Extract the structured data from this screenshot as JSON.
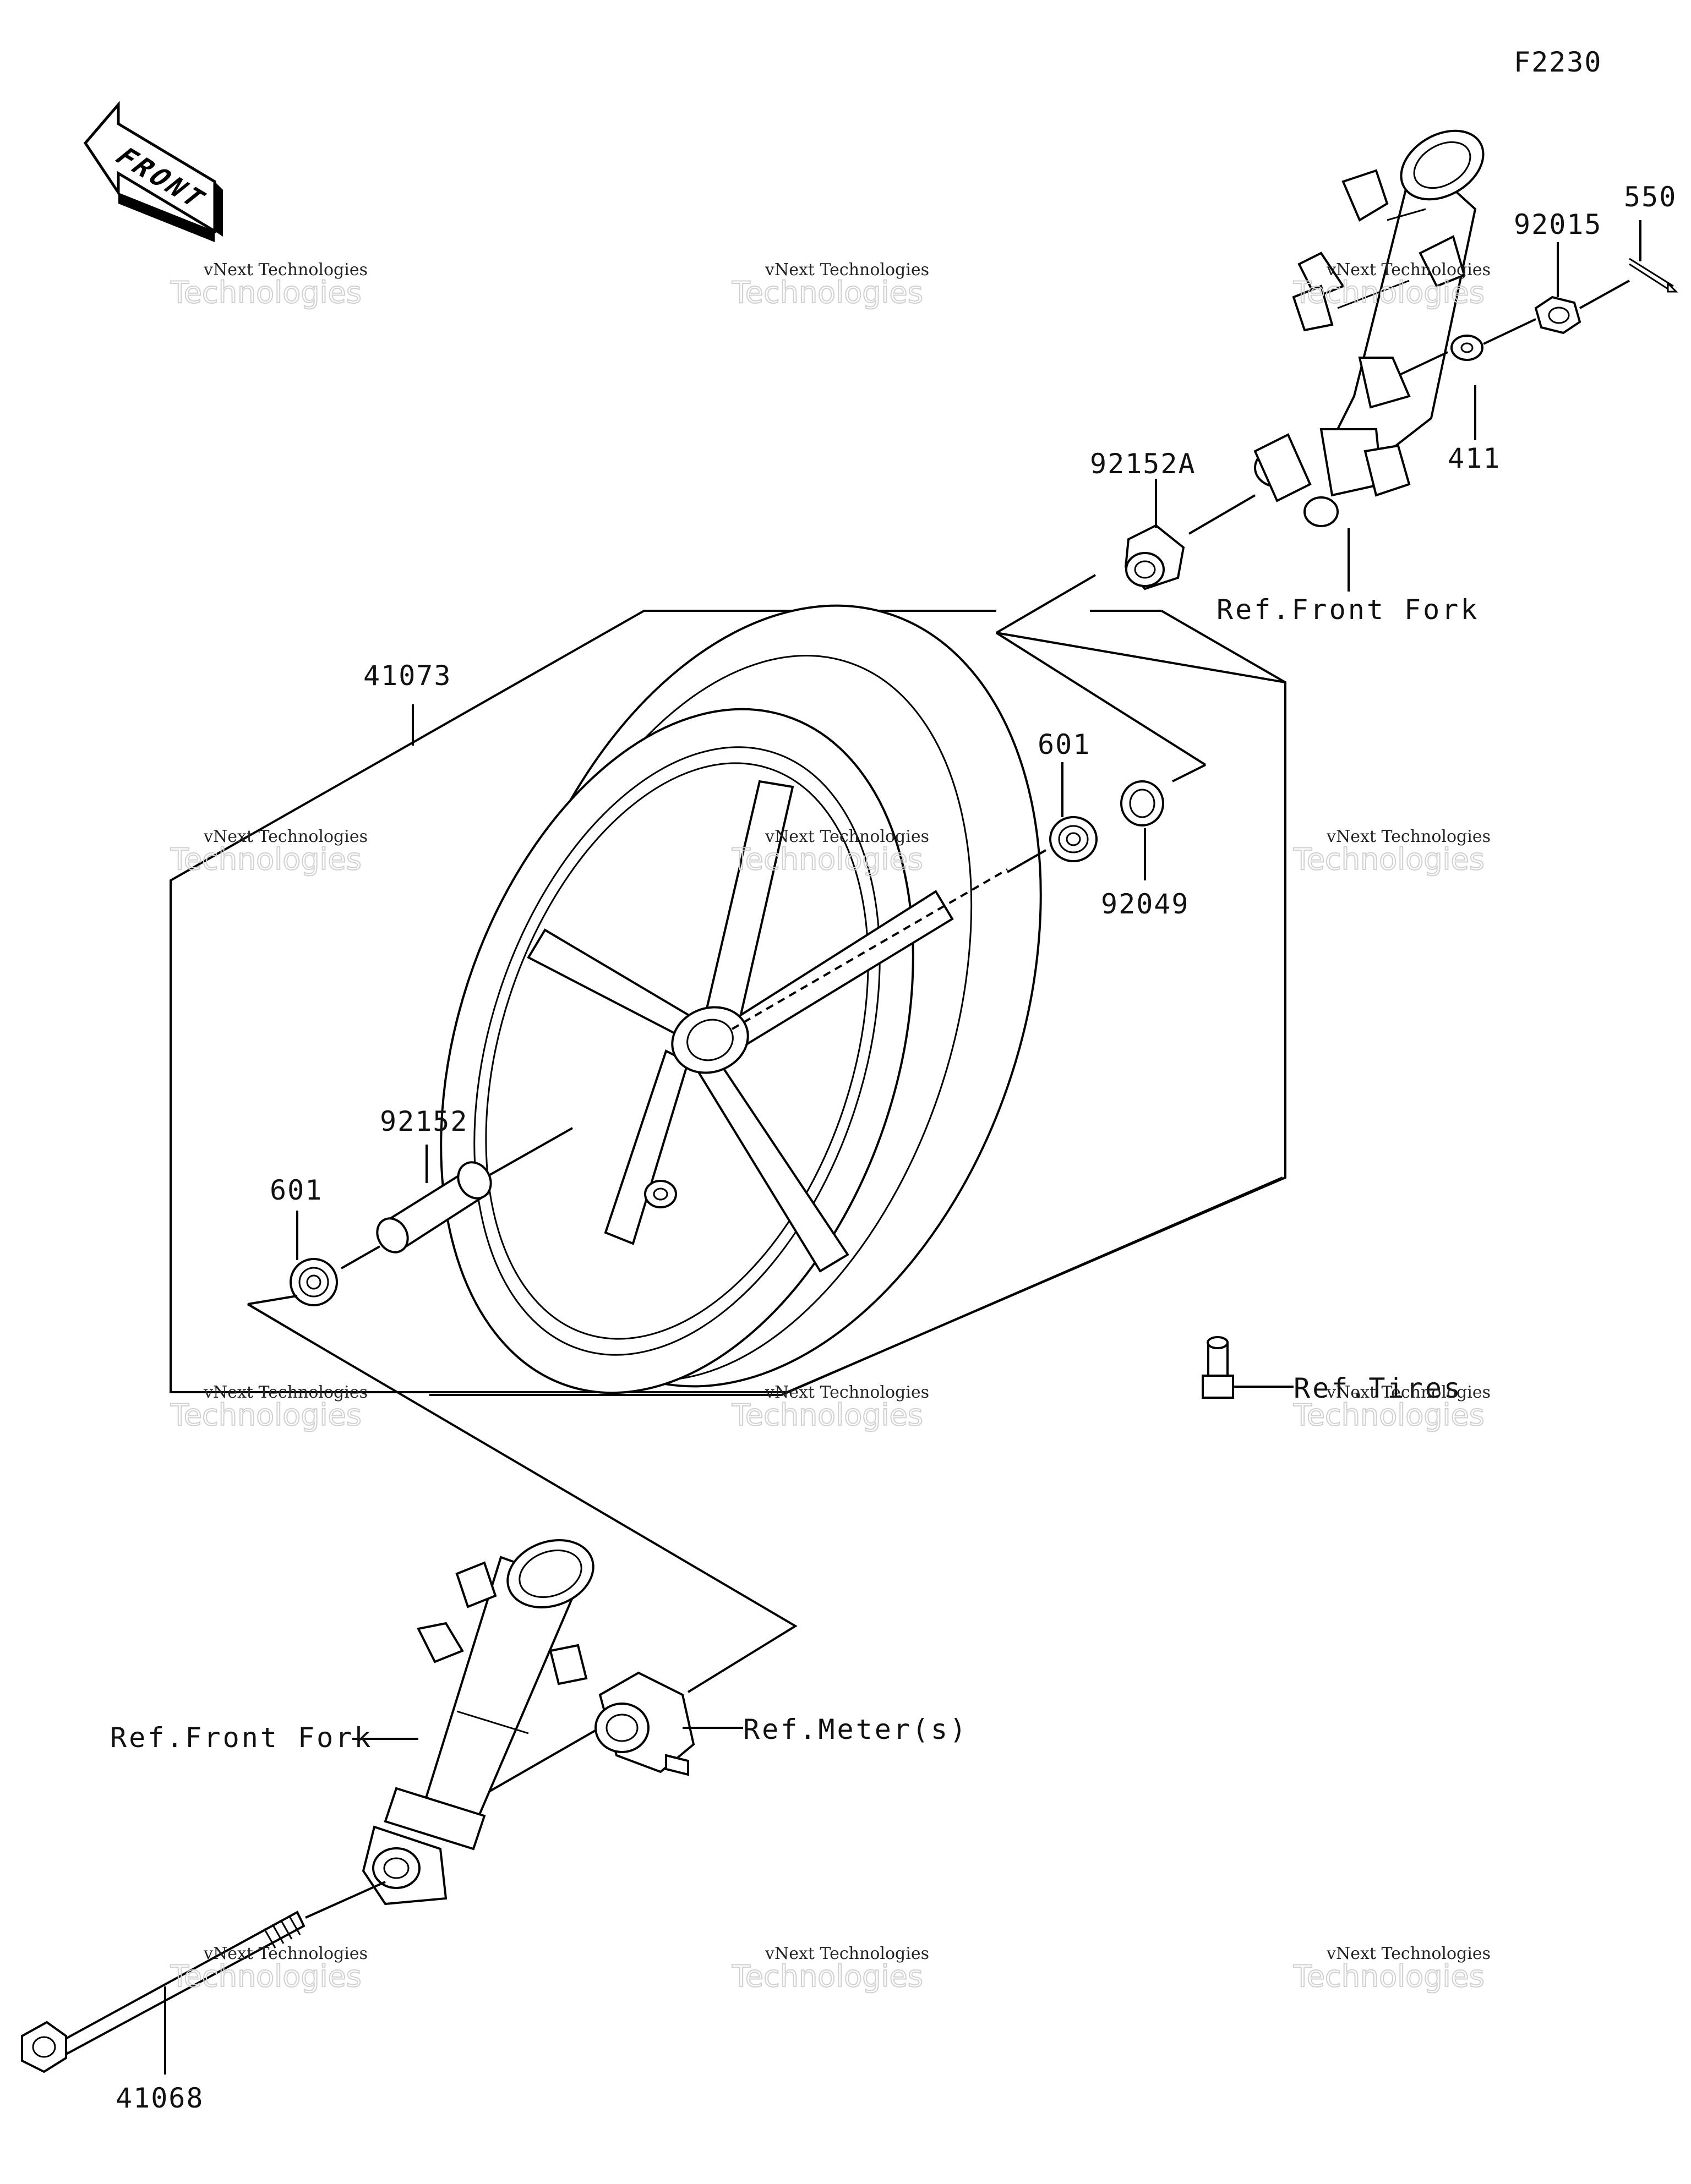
{
  "diagram_code": "F2230",
  "front_indicator": {
    "text": "FRONT"
  },
  "labels": {
    "p550": "550",
    "p92015": "92015",
    "p411": "411",
    "p92152A": "92152A",
    "ref_front_fork_top": "Ref.Front Fork",
    "p41073": "41073",
    "p601_top": "601",
    "p92049": "92049",
    "p92152": "92152",
    "p601_left": "601",
    "ref_tires": "Ref.Tires",
    "ref_front_fork_bottom": "Ref.Front Fork",
    "ref_meters": "Ref.Meter(s)",
    "p41068": "41068"
  },
  "watermark": {
    "line1": "vNext Technologies",
    "line2": "Technologies",
    "brand": "vNext"
  }
}
